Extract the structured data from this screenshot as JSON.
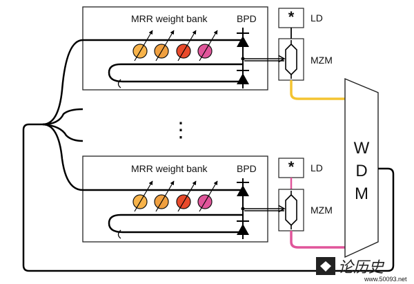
{
  "bank_top": {
    "title": "MRR weight bank",
    "detector": "BPD",
    "laser": "LD",
    "modulator": "MZM"
  },
  "bank_bottom": {
    "title": "MRR weight bank",
    "detector": "BPD",
    "laser": "LD",
    "modulator": "MZM"
  },
  "ellipsis": "⋮",
  "wdm": {
    "letters": [
      "W",
      "D",
      "M"
    ]
  },
  "ring_colors": [
    "#f7b34a",
    "#f0a040",
    "#e94a2b",
    "#e0559a"
  ],
  "laser_colors": {
    "top": "#f4c430",
    "bottom": "#e0559a"
  },
  "watermark": {
    "text": "论历史",
    "url": "www.50093.net"
  }
}
